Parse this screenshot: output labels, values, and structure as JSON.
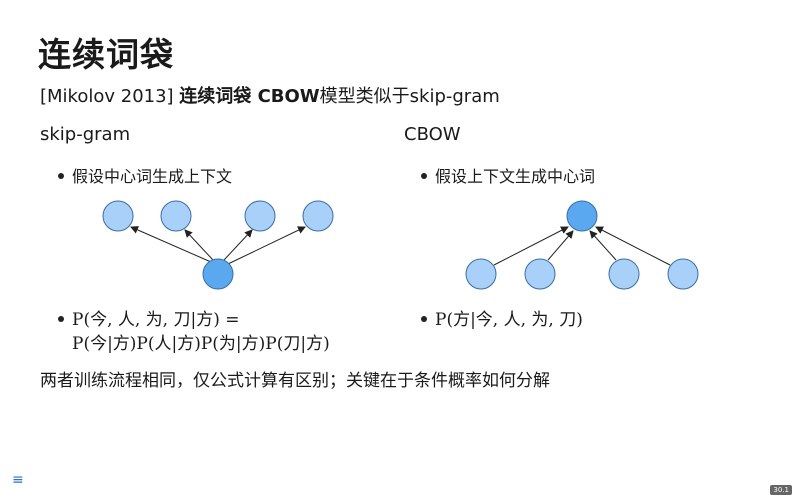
{
  "slide": {
    "title": "连续词袋",
    "subtitle_ref": "[Mikolov 2013] ",
    "subtitle_bold": "连续词袋 CBOW",
    "subtitle_rest": "模型类似于skip-gram",
    "conclusion": "两者训练流程相同，仅公式计算有区别；关键在于条件概率如何分解",
    "page_number": "30.1"
  },
  "left": {
    "heading": "skip-gram",
    "bullet1": "假设中心词生成上下文",
    "formula_line1": "P(今, 人, 为, 刀|方) =",
    "formula_line2": "P(今|方)P(人|方)P(为|方)P(刀|方)"
  },
  "right": {
    "heading": "CBOW",
    "bullet1": "假设上下文生成中心词",
    "formula_line1": "P(方|今, 人, 为, 刀)"
  },
  "colors": {
    "context_node": "#a8d0f8",
    "center_node": "#5aa8f0",
    "node_stroke": "#3a6ea0"
  },
  "icons": {
    "menu": "menu-icon"
  }
}
